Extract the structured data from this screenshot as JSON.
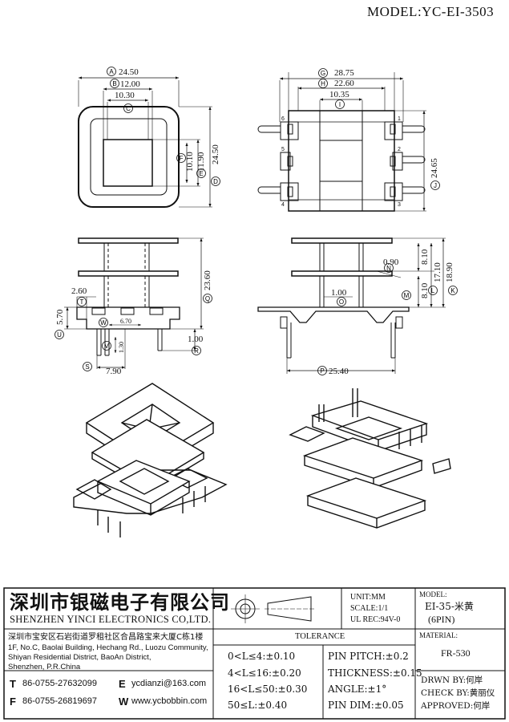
{
  "model_header": "MODEL:YC-EI-3503",
  "dimensions": {
    "A": "24.50",
    "B": "12.00",
    "C": "10.30",
    "D": "24.50",
    "E": "11.90",
    "F": "10.10",
    "G": "28.75",
    "H": "22.60",
    "I": "10.35",
    "J": "24.65",
    "K": "18.90",
    "L": "17.10",
    "M": "8.10",
    "N": "0.90",
    "N2": "8.10",
    "O": "1.00",
    "P": "25.40",
    "Q": "23.60",
    "R": "1.00",
    "S": "7.90",
    "T": "2.60",
    "U": "5.70",
    "V": "1.30",
    "W": "6.70"
  },
  "pin_labels_left": [
    "6",
    "5",
    "4"
  ],
  "pin_labels_right": [
    "1",
    "2",
    "3"
  ],
  "title_block": {
    "company_cn": "深圳市银磁电子有限公司",
    "company_en": "SHENZHEN YINCI ELECTRONICS CO,LTD.",
    "address_cn": "深圳市宝安区石岩街道罗租社区合昌路宝来大厦C栋1楼",
    "address_en": [
      "1F, No.C, Baolai Building, Hechang Rd., Luozu Community,",
      "Shiyan Residential District, BaoAn District,",
      "Shenzhen, P.R.China"
    ],
    "tel_label": "T",
    "tel": "86-0755-27632099",
    "fax_label": "F",
    "fax": "86-0755-26819697",
    "email_label": "E",
    "email": "ycdianzi@163.com",
    "web_label": "W",
    "web": "www.ycbobbin.com",
    "unit": "UNIT:MM",
    "scale": "SCALE:1/1",
    "ul_rec": "UL REC:94V-0",
    "model_label": "MODEL:",
    "model_value": "EI-35-米黄",
    "model_pins": "(6PIN)",
    "tolerance_title": "TOLERANCE",
    "tolerances": [
      "0<L≤4:±0.10",
      "4<L≤16:±0.20",
      "16<L≤50:±0.30",
      "50≤L:±0.40"
    ],
    "tolerances_right": [
      "PIN PITCH:±0.2",
      "THICKNESS:±0.15",
      "ANGLE:±1°",
      "PIN DIM:±0.05"
    ],
    "material_label": "MATERIAL:",
    "material_value": "FR-530",
    "drawn_by": "DRWN BY:何岸",
    "check_by": "CHECK BY:黄丽仪",
    "approved": "APPROVED:何岸"
  },
  "colors": {
    "line": "#111111",
    "paper": "#ffffff"
  }
}
